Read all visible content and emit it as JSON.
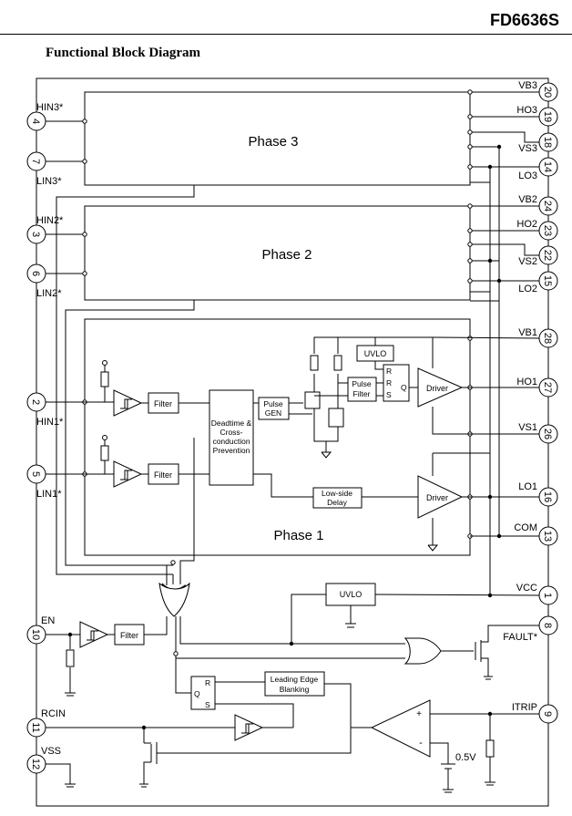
{
  "header": {
    "part_number": "FD6636S",
    "title": "Functional Block Diagram"
  },
  "pins_left": [
    {
      "num": "4",
      "label": "HIN3*"
    },
    {
      "num": "7",
      "label": "LIN3*"
    },
    {
      "num": "3",
      "label": "HIN2*"
    },
    {
      "num": "6",
      "label": "LIN2*"
    },
    {
      "num": "2",
      "label": "HIN1*"
    },
    {
      "num": "5",
      "label": "LIN1*"
    },
    {
      "num": "10",
      "label": "EN"
    },
    {
      "num": "11",
      "label": "RCIN"
    },
    {
      "num": "12",
      "label": "VSS"
    }
  ],
  "pins_right": [
    {
      "num": "20",
      "label": "VB3"
    },
    {
      "num": "19",
      "label": "HO3"
    },
    {
      "num": "18",
      "label": "VS3"
    },
    {
      "num": "14",
      "label": "LO3"
    },
    {
      "num": "24",
      "label": "VB2"
    },
    {
      "num": "23",
      "label": "HO2"
    },
    {
      "num": "22",
      "label": "VS2"
    },
    {
      "num": "15",
      "label": "LO2"
    },
    {
      "num": "28",
      "label": "VB1"
    },
    {
      "num": "27",
      "label": "HO1"
    },
    {
      "num": "26",
      "label": "VS1"
    },
    {
      "num": "16",
      "label": "LO1"
    },
    {
      "num": "13",
      "label": "COM"
    },
    {
      "num": "1",
      "label": "VCC"
    },
    {
      "num": "8",
      "label": "FAULT*"
    },
    {
      "num": "9",
      "label": "ITRIP"
    }
  ],
  "phases": {
    "phase3": "Phase 3",
    "phase2": "Phase 2",
    "phase1": "Phase 1"
  },
  "blocks": {
    "filter": "Filter",
    "deadtime": [
      "Deadtime &",
      "Cross-",
      "conduction",
      "Prevention"
    ],
    "pulse_gen": [
      "Pulse",
      "GEN"
    ],
    "uvlo": "UVLO",
    "pulse_filter": [
      "Pulse",
      "Filter"
    ],
    "latch_r1": "R",
    "latch_r2": "R",
    "latch_s": "S",
    "latch_q": "Q",
    "driver": "Driver",
    "low_side_delay": [
      "Low-side",
      "Delay"
    ],
    "leb": [
      "Leading Edge",
      "Blanking"
    ],
    "fault_latch_r": "R",
    "fault_latch_q": "Q",
    "fault_latch_s": "S",
    "comp_plus": "+",
    "comp_minus": "-",
    "vref": "0.5V"
  }
}
